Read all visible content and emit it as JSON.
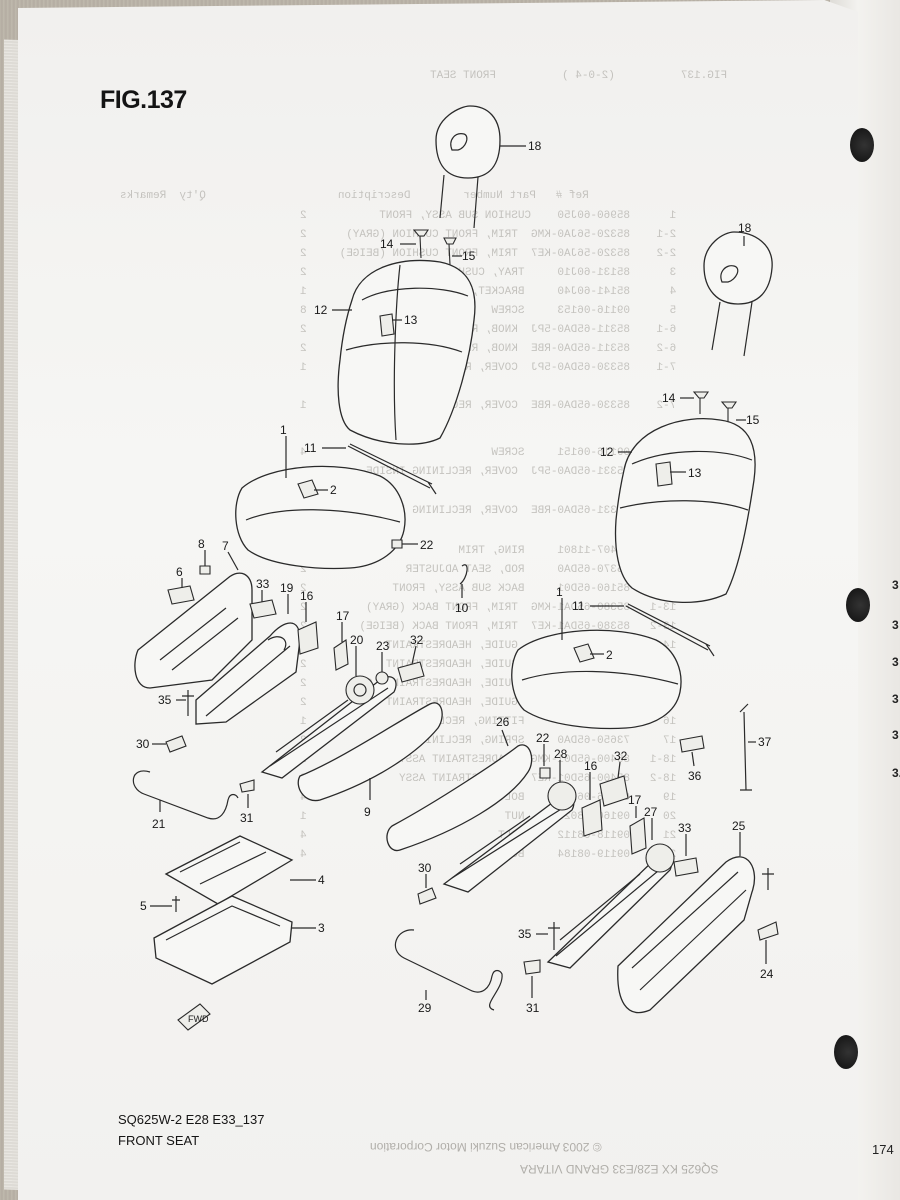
{
  "figure": {
    "title": "FIG.137"
  },
  "callouts": [
    {
      "id": "18a",
      "label": "18"
    },
    {
      "id": "14a",
      "label": "14"
    },
    {
      "id": "15a",
      "label": "15"
    },
    {
      "id": "12a",
      "label": "12"
    },
    {
      "id": "13a",
      "label": "13"
    },
    {
      "id": "1a",
      "label": "1"
    },
    {
      "id": "11a",
      "label": "11"
    },
    {
      "id": "2a",
      "label": "2"
    },
    {
      "id": "22a",
      "label": "22"
    },
    {
      "id": "10",
      "label": "10"
    },
    {
      "id": "8",
      "label": "8"
    },
    {
      "id": "7",
      "label": "7"
    },
    {
      "id": "6",
      "label": "6"
    },
    {
      "id": "33a",
      "label": "33"
    },
    {
      "id": "19",
      "label": "19"
    },
    {
      "id": "16a",
      "label": "16"
    },
    {
      "id": "17a",
      "label": "17"
    },
    {
      "id": "20",
      "label": "20"
    },
    {
      "id": "23",
      "label": "23"
    },
    {
      "id": "32a",
      "label": "32"
    },
    {
      "id": "35a",
      "label": "35"
    },
    {
      "id": "30a",
      "label": "30"
    },
    {
      "id": "21",
      "label": "21"
    },
    {
      "id": "31a",
      "label": "31"
    },
    {
      "id": "9",
      "label": "9"
    },
    {
      "id": "4",
      "label": "4"
    },
    {
      "id": "5",
      "label": "5"
    },
    {
      "id": "3",
      "label": "3"
    },
    {
      "id": "18b",
      "label": "18"
    },
    {
      "id": "14b",
      "label": "14"
    },
    {
      "id": "15b",
      "label": "15"
    },
    {
      "id": "12b",
      "label": "12"
    },
    {
      "id": "13b",
      "label": "13"
    },
    {
      "id": "1b",
      "label": "1"
    },
    {
      "id": "11b",
      "label": "11"
    },
    {
      "id": "2b",
      "label": "2"
    },
    {
      "id": "37",
      "label": "37"
    },
    {
      "id": "36",
      "label": "36"
    },
    {
      "id": "26",
      "label": "26"
    },
    {
      "id": "22b",
      "label": "22"
    },
    {
      "id": "28",
      "label": "28"
    },
    {
      "id": "32b",
      "label": "32"
    },
    {
      "id": "16b",
      "label": "16"
    },
    {
      "id": "17b",
      "label": "17"
    },
    {
      "id": "27",
      "label": "27"
    },
    {
      "id": "33b",
      "label": "33"
    },
    {
      "id": "25",
      "label": "25"
    },
    {
      "id": "30b",
      "label": "30"
    },
    {
      "id": "35b",
      "label": "35"
    },
    {
      "id": "29",
      "label": "29"
    },
    {
      "id": "31b",
      "label": "31"
    },
    {
      "id": "24",
      "label": "24"
    }
  ],
  "fwd_badge": "FWD",
  "footer": {
    "model_code": "SQ625W-2 E28 E33_137",
    "section": "FRONT SEAT",
    "copyright_bleed": "© 2003 American Suzuki Motor Corporation",
    "model_bleed": "SQ625 KX E28/E33 GRAND VITARA",
    "page_number": "174"
  },
  "right_page_fragments": [
    "3",
    "3",
    "3",
    "3",
    "3",
    "3."
  ],
  "bleed_text": {
    "header_row": "FIG.137          (2-0-4 )          FRONT SEAT",
    "col_heads": "Ref #   Part Number        Description                    Q'ty  Remarks",
    "rows": [
      "1      85960-60J50    CUSHION SUB ASSY, FRONT           2",
      "2-1    85320-56JA0-KMG  TRIM, FRONT CUSHION (GRAY)      2",
      "2-2    85320-56JA0-KE7  TRIM, FRONT CUSHION (BEIGE)     2",
      "3      85131-60J10     TRAY, CUSHION                    2",
      "4      85141-60J40     BRACKET, UNDER TRAY              1",
      "5      09116-06153     SCREW                            8",
      "6-1    85311-65DA0-5PJ  KNOB, RECLINING ADJ (GRAY)      2",
      "6-2    85311-65DA0-RBE  KNOB, RECLINING ADJ (BEIGE)     2",
      "7-1    85330-65DA0-5PJ  COVER, RECLINING OUTSIDE        1",
      "7-2    85330-65DA0-RBE  COVER, RECLINING OUTSIDE RH     1",
      "8      09116-06151     SCREW                            4",
      "9-1    85331-65DA0-5PJ  COVER, RECLINING INSIDE         2",
      "9-2    85331-65DA0-RBE  COVER, RECLINING INSIDE         2",
      "10     09407-11801     RING, TRIM                       2",
      "11     85370-65DA0     ROD, SEAT ADJUSTER               2",
      "12     85160-65D01     BACK SUB ASSY, FRONT             2",
      "13-1   85380-65DA1-KMG  TRIM, FRONT BACK (GRAY)         2",
      "13-2   85380-65DA1-KE7  TRIM, FRONT BACK (BEIGE)        2",
      "14-1   85351-65DA0-5PJ  GUIDE, HEADRESTRAINT            2",
      "14-2   85351-65DA0-RBE  GUIDE, HEADRESTRAINT            2",
      "15-1   85352-65DA0-5PJ  GUIDE, HEADRESTRAINT LOCK       2",
      "15-2   85352-65DA0-RBE  GUIDE, HEADRESTRAINT LOCK       2",
      "16     85450-65D10     FITTING, RECLINING               1",
      "17     73650-65DA0     SPRING, RECLINING                2",
      "18-1   85400-65D01-KMG  HEADRESTRAINT ASSY              2",
      "18-2   85400-65D01-KE7  HEADRESTRAINT ASSY              2",
      "19     09116-06182     BOLT                             4",
      "20     09160-08023     NUT                              1",
      "21     09118-08112     BOLT                             4",
      "22     09119-08184     BOLT                             4"
    ]
  }
}
